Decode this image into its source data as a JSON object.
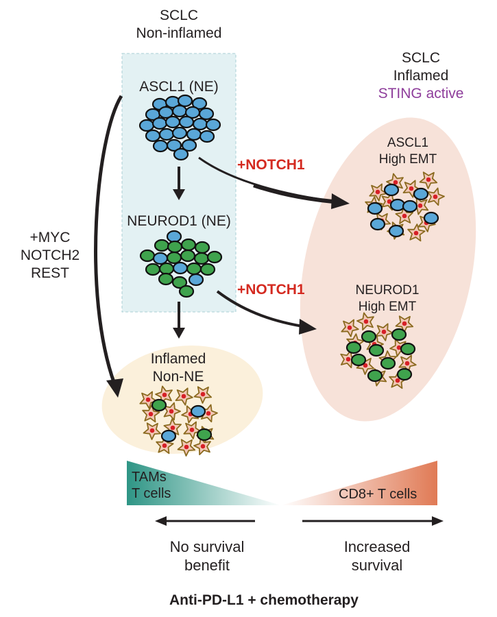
{
  "non_inflamed": {
    "title_line1": "SCLC",
    "title_line2": "Non-inflamed",
    "ascl1_label": "ASCL1 (NE)",
    "neurod1_label": "NEUROD1 (NE)"
  },
  "inflamed": {
    "title_line1": "SCLC",
    "title_line2": "Inflamed",
    "title_line3": "STING active",
    "ascl1_line1": "ASCL1",
    "ascl1_line2": "High EMT",
    "neurod1_line1": "NEUROD1",
    "neurod1_line2": "High EMT"
  },
  "inflamed_non_ne": {
    "line1": "Inflamed",
    "line2": "Non-NE"
  },
  "transitions": {
    "notch1_upper": "+NOTCH1",
    "notch1_lower": "+NOTCH1",
    "myc_line1": "+MYC",
    "myc_line2": "NOTCH2",
    "myc_line3": "REST"
  },
  "gradient": {
    "left_line1": "TAMs",
    "left_line2": "T cells",
    "right_label": "CD8+ T cells"
  },
  "outcomes": {
    "left_line1": "No survival",
    "left_line2": "benefit",
    "right_line1": "Increased",
    "right_line2": "survival"
  },
  "footer": "Anti-PD-L1 + chemotherapy",
  "colors": {
    "blue_cell": "#5aa7d8",
    "green_cell": "#3fa34d",
    "red_text": "#d42a20",
    "purple_text": "#8e3d9b",
    "box_fill": "#e3f1f3",
    "inflamed_ellipse": "#f7e2d9",
    "non_ne_ellipse": "#fbf0db",
    "teal_gradient": "#2e9585",
    "salmon_gradient": "#e07a55",
    "stellate_cell": "#f2c7b5",
    "stellate_outline": "#8a6a1f",
    "nucleus": "#d62027"
  }
}
